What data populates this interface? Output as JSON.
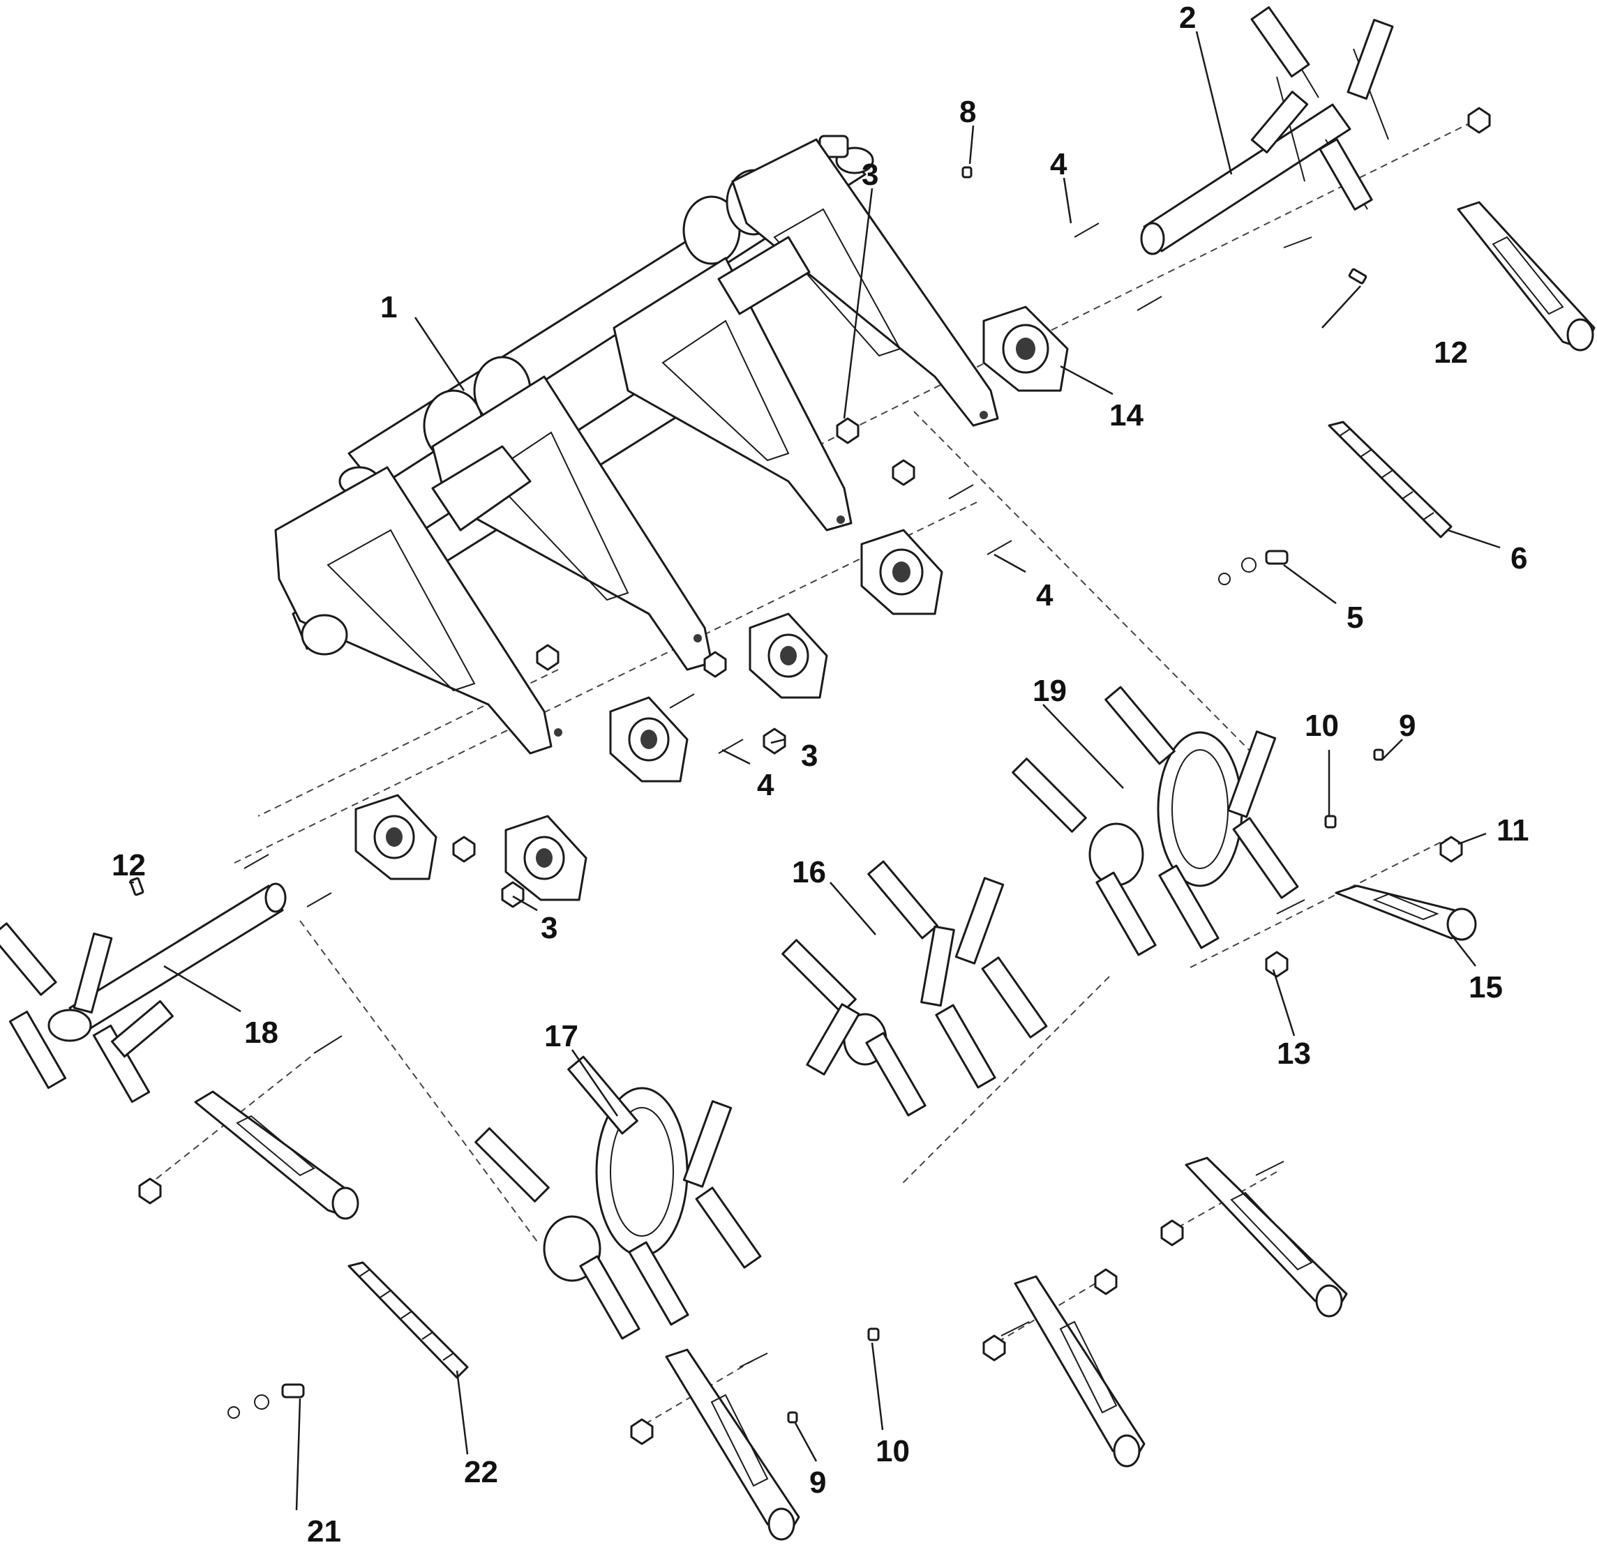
{
  "callouts": [
    {
      "id": "c1",
      "text": "1"
    },
    {
      "id": "c2",
      "text": "2"
    },
    {
      "id": "c3a",
      "text": "3"
    },
    {
      "id": "c3b",
      "text": "3"
    },
    {
      "id": "c3c",
      "text": "3"
    },
    {
      "id": "c4a",
      "text": "4"
    },
    {
      "id": "c4b",
      "text": "4"
    },
    {
      "id": "c4c",
      "text": "4"
    },
    {
      "id": "c5",
      "text": "5"
    },
    {
      "id": "c6",
      "text": "6"
    },
    {
      "id": "c8",
      "text": "8"
    },
    {
      "id": "c9a",
      "text": "9"
    },
    {
      "id": "c9b",
      "text": "9"
    },
    {
      "id": "c10a",
      "text": "10"
    },
    {
      "id": "c10b",
      "text": "10"
    },
    {
      "id": "c11",
      "text": "11"
    },
    {
      "id": "c12a",
      "text": "12"
    },
    {
      "id": "c12b",
      "text": "12"
    },
    {
      "id": "c13",
      "text": "13"
    },
    {
      "id": "c14",
      "text": "14"
    },
    {
      "id": "c15",
      "text": "15"
    },
    {
      "id": "c16",
      "text": "16"
    },
    {
      "id": "c17",
      "text": "17"
    },
    {
      "id": "c18",
      "text": "18"
    },
    {
      "id": "c19",
      "text": "19"
    },
    {
      "id": "c21",
      "text": "21"
    },
    {
      "id": "c22",
      "text": "22"
    }
  ]
}
